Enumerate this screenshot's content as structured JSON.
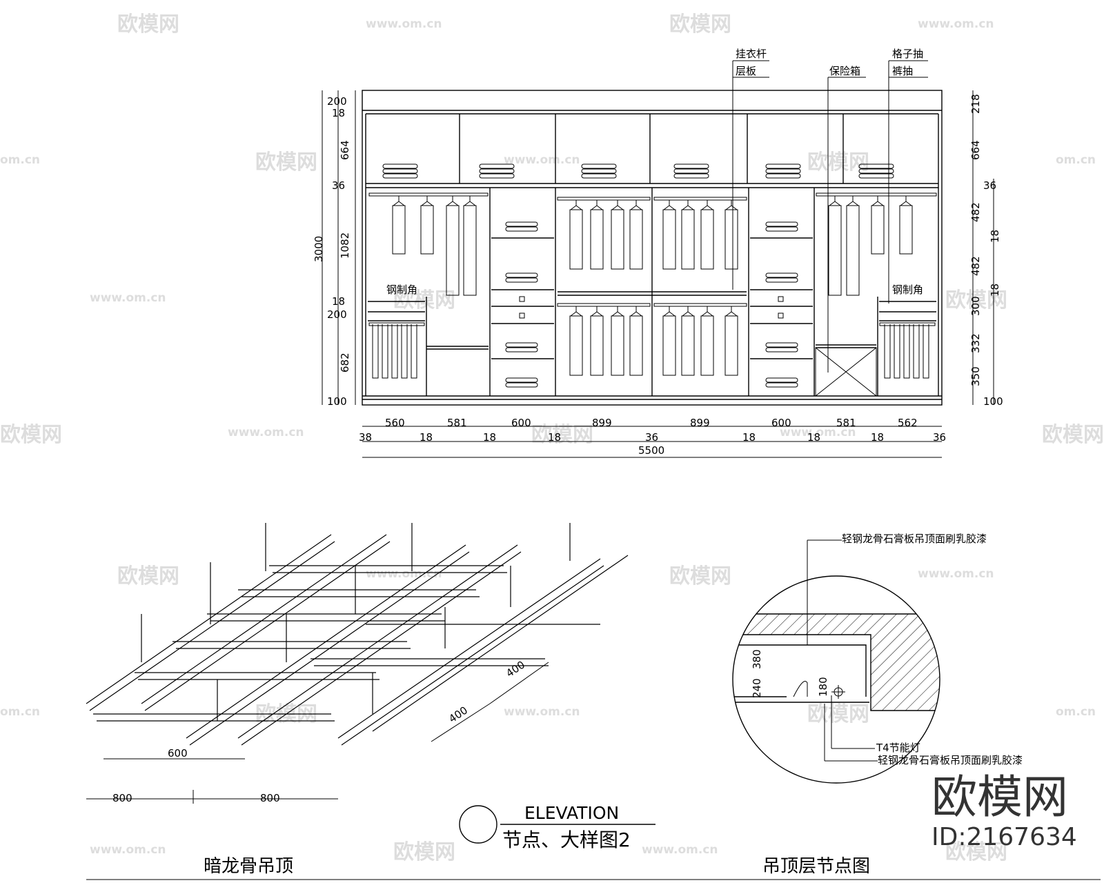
{
  "watermark": {
    "brand": "欧模网",
    "url": "www.om.cn",
    "url_short": "om.cn",
    "id": "ID:2167634"
  },
  "elevation": {
    "callouts": [
      "挂衣杆",
      "层板",
      "保险箱",
      "格子抽",
      "裤抽"
    ],
    "small_label": "钢制角",
    "left_dims": [
      "200",
      "18",
      "664",
      "36",
      "1082",
      "18",
      "200",
      "682",
      "100"
    ],
    "overall_height": "3000",
    "right_dims": [
      "218",
      "664",
      "36",
      "482",
      "18",
      "482",
      "18",
      "300",
      "332",
      "350",
      "100"
    ],
    "bottom_dims_top": [
      "560",
      "581",
      "600",
      "899",
      "899",
      "600",
      "581",
      "562"
    ],
    "bottom_dims_bottom": [
      "38",
      "18",
      "18",
      "18",
      "36",
      "18",
      "18",
      "18",
      "36"
    ],
    "overall_width": "5500"
  },
  "ceiling": {
    "dims": [
      "400",
      "400",
      "600",
      "800",
      "800"
    ],
    "caption": "暗龙骨吊顶"
  },
  "node": {
    "note_top": "轻钢龙骨石膏板吊顶面刷乳胶漆",
    "dim_a": "380",
    "dim_b": "240",
    "dim_c": "180",
    "lamp": "T4节能灯",
    "note_bottom": "轻钢龙骨石膏板吊顶面刷乳胶漆",
    "caption": "吊顶层节点图"
  },
  "title_block": {
    "line1": "ELEVATION",
    "line2": "节点、大样图2"
  }
}
